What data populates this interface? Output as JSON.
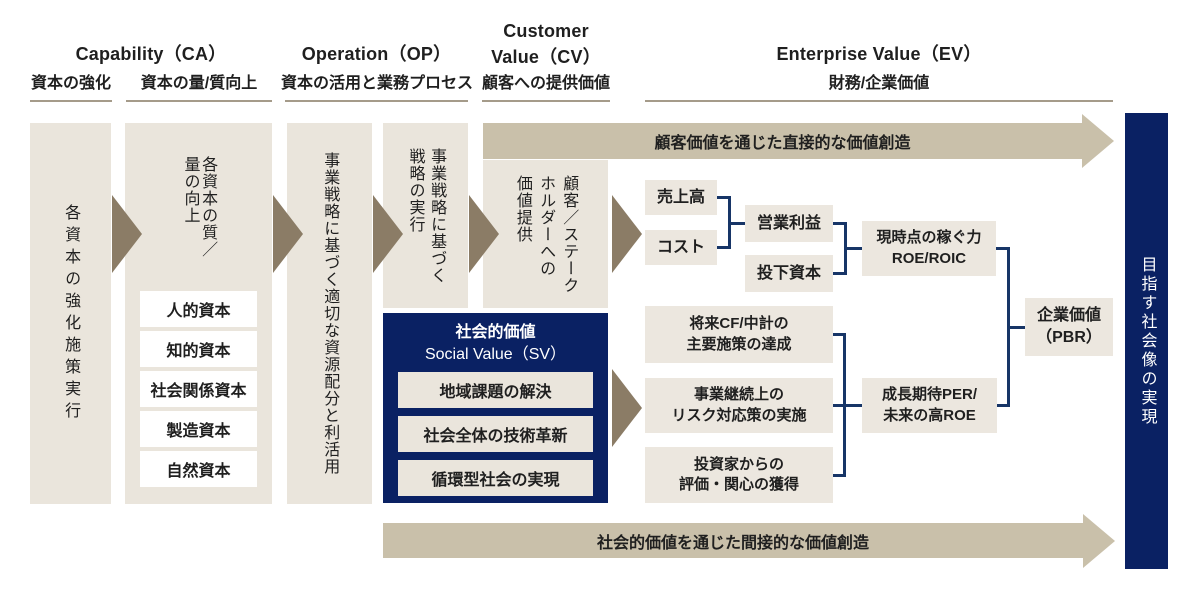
{
  "headers": {
    "ca": {
      "title": "Capability（CA）",
      "sub_left": "資本の強化",
      "sub_right": "資本の量/質向上"
    },
    "op": {
      "title": "Operation（OP）",
      "sub": "資本の活用と業務プロセス"
    },
    "cv": {
      "title1": "Customer",
      "title2": "Value（CV）",
      "sub": "顧客への提供価値"
    },
    "ev": {
      "title": "Enterprise Value（EV）",
      "sub": "財務/企業価値"
    }
  },
  "flow": {
    "col1": "各資本の強化施策実行",
    "col2": {
      "line1": "各資本の質／",
      "line2": "量の向上"
    },
    "capitals": [
      "人的資本",
      "知的資本",
      "社会関係資本",
      "製造資本",
      "自然資本"
    ],
    "col3": "事業戦略に基づく適切な資源配分と利活用",
    "col4": {
      "line1": "事業戦略に基づく",
      "line2": "戦略の実行"
    },
    "col5": {
      "line1": "顧客／ステーク",
      "line2": "ホルダーへの",
      "line3": "価値提供"
    }
  },
  "social": {
    "title_jp": "社会的価値",
    "title_en": "Social Value（SV）",
    "items": [
      "地域課題の解決",
      "社会全体の技術革新",
      "循環型社会の実現"
    ]
  },
  "arrows": {
    "top": "顧客価値を通じた直接的な価値創造",
    "bottom": "社会的価値を通じた間接的な価値創造"
  },
  "finance": {
    "sales": "売上高",
    "cost": "コスト",
    "op_profit": "営業利益",
    "invested": "投下資本",
    "current_power": {
      "line1": "現時点の稼ぐ力",
      "line2": "ROE/ROIC"
    },
    "future_cf": {
      "line1": "将来CF/中計の",
      "line2": "主要施策の達成"
    },
    "continuity": {
      "line1": "事業継続上の",
      "line2": "リスク対応策の実施"
    },
    "investors": {
      "line1": "投資家からの",
      "line2": "評価・関心の獲得"
    },
    "growth": {
      "line1": "成長期待PER/",
      "line2": "未来の高ROE"
    },
    "ev_pbr": {
      "line1": "企業価値",
      "line2": "（PBR）"
    }
  },
  "goal": "目指す社会像の実現",
  "colors": {
    "navy": "#0a2163",
    "column_beige": "#eae5dc",
    "box_beige": "#ece7df",
    "arrow_band": "#c9c0aa",
    "arrow_triangle": "#8b7c66",
    "connector": "#173567",
    "underline": "#a59b8a"
  }
}
